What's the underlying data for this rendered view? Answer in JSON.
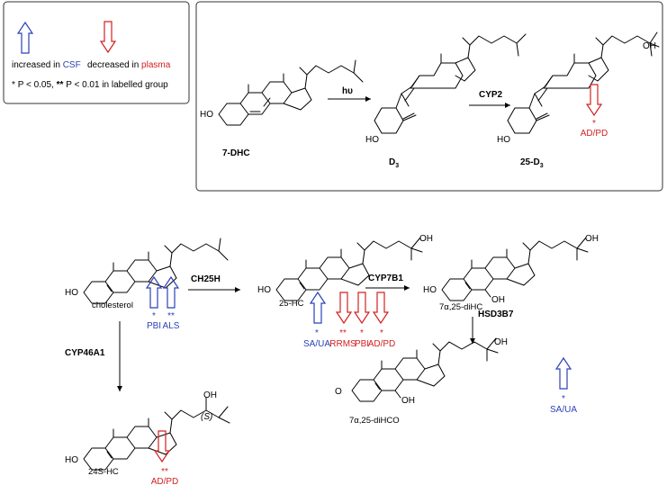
{
  "colors": {
    "up_arrow": "#2b41b8",
    "down_arrow": "#d42020",
    "text": "#000000",
    "box_border": "#333333"
  },
  "legend": {
    "up_prefix": "increased in",
    "up_fluid": "CSF",
    "down_prefix": "decreased in",
    "down_fluid": "plasma",
    "sig_star1": "*",
    "sig_text1": "P < 0.05,",
    "sig_star2": "**",
    "sig_text2": "P < 0.01 in labelled group"
  },
  "vitamin_d_pathway": {
    "start": "7-DHC",
    "step1": "hυ",
    "mid_base": "D",
    "mid_sub": "3",
    "step2": "CYP2",
    "end_base": "25-D",
    "end_sub": "3",
    "end_marks": [
      {
        "stars": "*",
        "group": "AD/PD",
        "dir": "down"
      }
    ]
  },
  "cholesterol_pathway": {
    "cholesterol": {
      "name": "cholesterol",
      "marks": [
        {
          "stars": "*",
          "group": "PBI",
          "dir": "up"
        },
        {
          "stars": "**",
          "group": "ALS",
          "dir": "up"
        }
      ]
    },
    "step_ch25h": "CH25H",
    "hc25": {
      "name": "25-HC",
      "marks": [
        {
          "stars": "*",
          "group": "SA/UA",
          "dir": "up"
        },
        {
          "stars": "**",
          "group": "RRMS",
          "dir": "down"
        },
        {
          "stars": "*",
          "group": "PBI",
          "dir": "down"
        },
        {
          "stars": "*",
          "group": "AD/PD",
          "dir": "down"
        }
      ]
    },
    "step_cyp7b1": "CYP7B1",
    "dihc": {
      "name": "7α,25-diHC"
    },
    "step_hsd3b7": "HSD3B7",
    "dihco": {
      "name": "7α,25-diHCO",
      "marks": [
        {
          "stars": "*",
          "group": "SA/UA",
          "dir": "up"
        }
      ]
    },
    "step_cyp46a1": "CYP46A1",
    "hc24s": {
      "name": "24S-HC",
      "marks": [
        {
          "stars": "**",
          "group": "AD/PD",
          "dir": "down"
        }
      ]
    }
  },
  "atoms": {
    "oh": "OH",
    "ho": "HO",
    "o": "O",
    "s_label": "(S)"
  }
}
